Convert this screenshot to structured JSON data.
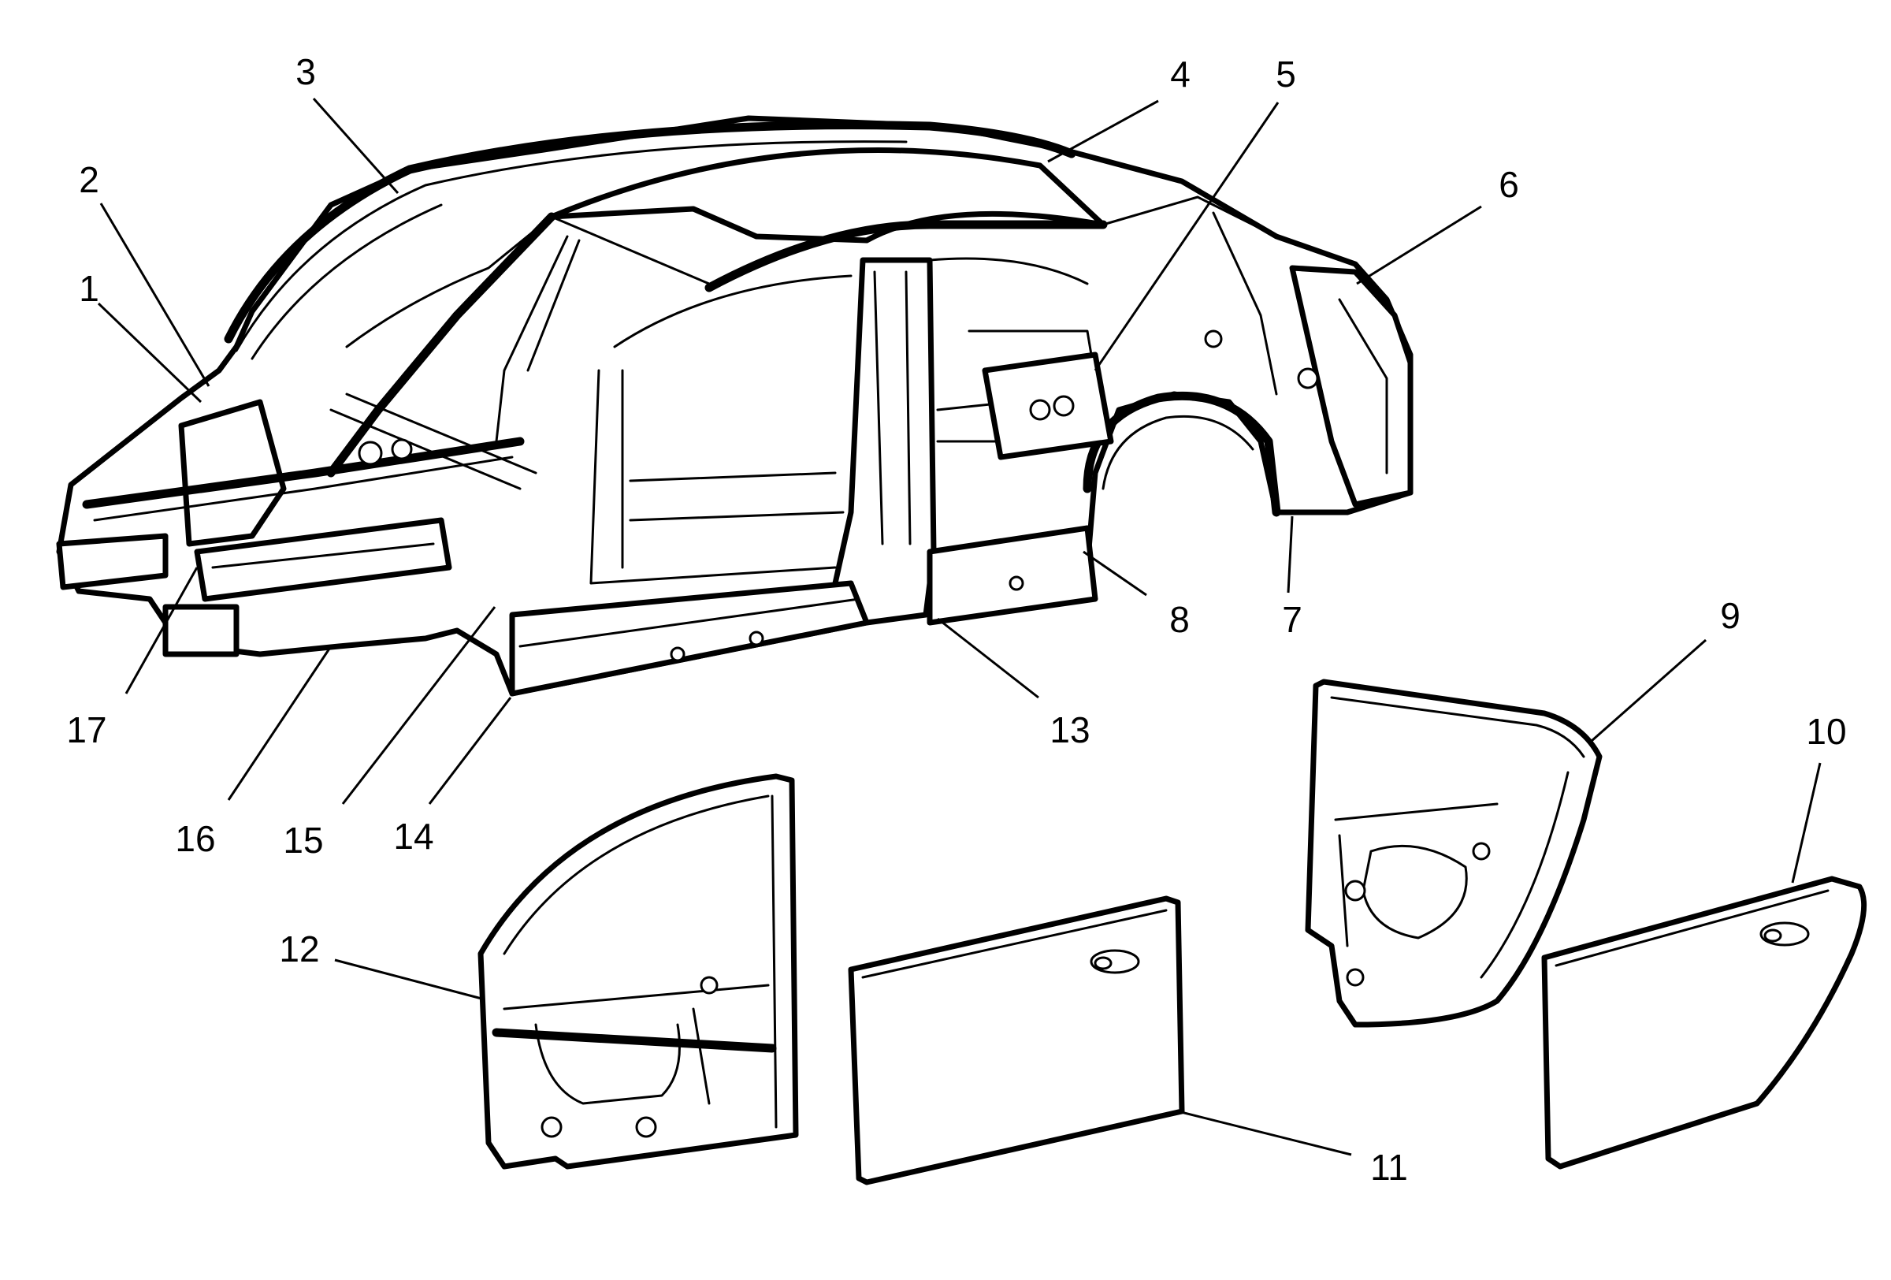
{
  "callouts": [
    {
      "num": "1"
    },
    {
      "num": "2"
    },
    {
      "num": "3"
    },
    {
      "num": "4"
    },
    {
      "num": "5"
    },
    {
      "num": "6"
    },
    {
      "num": "7"
    },
    {
      "num": "8"
    },
    {
      "num": "9"
    },
    {
      "num": "10"
    },
    {
      "num": "11"
    },
    {
      "num": "12"
    },
    {
      "num": "13"
    },
    {
      "num": "14"
    },
    {
      "num": "15"
    },
    {
      "num": "16"
    },
    {
      "num": "17"
    }
  ],
  "colors": {
    "line": "#000000",
    "background": "#ffffff"
  }
}
